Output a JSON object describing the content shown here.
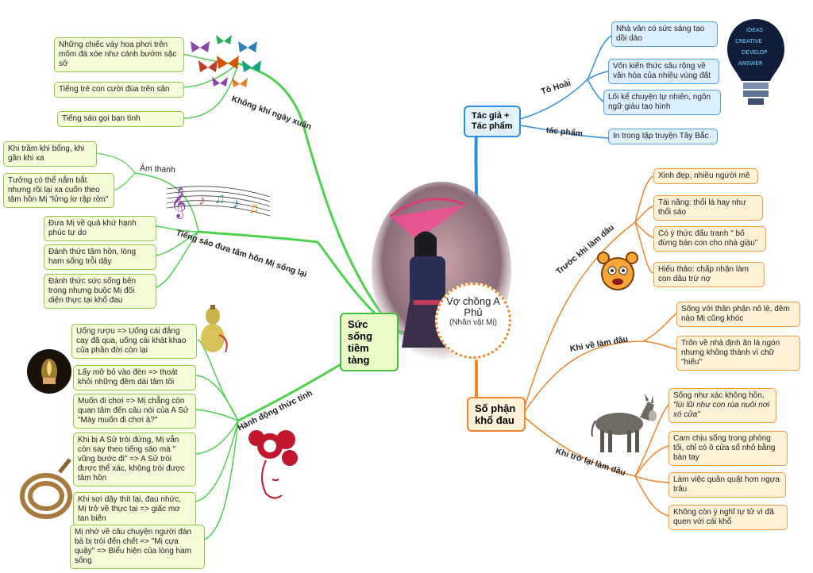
{
  "center": {
    "title": "Vợ chồng A Phủ",
    "subtitle": "(Nhân vật Mị)"
  },
  "main": {
    "left": "Sức sống tiềm tàng",
    "top_right": "Tác giả + Tác phẩm",
    "bottom_right": "Số phận khổ đau"
  },
  "branches": {
    "khong_khi": "Không khí ngày xuân",
    "am_thanh": "Âm thanh",
    "tieng_sao": "Tiếng sáo đưa tâm hồn Mị sống lại",
    "hanh_dong": "Hành động thức tỉnh",
    "to_hoai": "Tô Hoài",
    "tac_pham": "tác phẩm",
    "truoc": "Trước khi làm dâu",
    "khi_ve": "Khi về làm dâu",
    "khi_tro": "Khi trở lại làm dâu"
  },
  "left_nodes": {
    "kk1": "Những chiếc váy hoa phơi trên mỏm đá xòe như cánh bướm sặc sỡ",
    "kk2": "Tiếng trẻ con cười đùa trên sân",
    "kk3": "Tiếng sáo gọi bạn tình",
    "at1": "Khi trầm khi bổng, khi gần khi xa",
    "at2": "Tưởng có thể nắm bắt nhưng rồi lại xa cuốn theo tâm hồn Mị \"lửng lơ rập rờn\"",
    "ts1": "Đưa Mị về quá khứ hạnh phúc tự do",
    "ts2": "Đánh thức tâm hồn, lòng ham sống trỗi dậy",
    "ts3": "Đánh thức sức sống bên trong nhưng buộc Mị đối diện thực tại khổ đau",
    "hd1": "Uống rượu => Uống cái đắng cay đã qua, uống cái khát khao của phần đời còn lại",
    "hd2": "Lấy mỡ bỏ vào đèn => thoát khỏi những đêm dài tăm tối",
    "hd3": "Muốn đi chơi => Mị chẳng còn quan tâm đến câu nói của A Sử \"Mày muốn đi chơi à?\"",
    "hd4": "Khi bị A Sử trói đứng, Mị vẫn còn say theo tiếng sáo mà \" vũng bước đi\" => A Sử trói được thể xác, không trói được tâm hồn",
    "hd5": "Khi sợi dây thít lại, đau nhức, Mị trở về thực tại => giấc mơ tan biến",
    "hd6": "Mị nhớ về câu chuyện người đàn bà bị trói đến chết => \"Mị cựa quậy\" => Biểu hiện của lòng ham sống"
  },
  "right_nodes": {
    "th1": "Nhà văn có sức sáng tạo dồi dào",
    "th2": "Vốn kiến thức sâu rộng về văn hóa của nhiều vùng đất",
    "th3": "Lối kể chuyện tự nhiên, ngôn ngữ giàu tạo hình",
    "tp1": "In trong tập truyện Tây Bắc",
    "tr1": "Xinh đẹp, nhiều người mê",
    "tr2": "Tài năng: thổi lá hay như thổi sáo",
    "tr3": "Có ý thức đấu tranh \" bố đừng bán con cho nhà giàu\"",
    "tr4": "Hiếu thảo: chấp nhận làm con dâu trừ nợ",
    "kv1": "Sống với thân phận nô lệ, đêm nào Mị cũng khóc",
    "kv2": "Trốn về nhà định ăn lá ngón nhưng không thành vì chữ \"hiếu\"",
    "kt1a": "Sống như xác không hồn,",
    "kt1b": "\"lùi lũi như con rùa nuôi nơi xó cửa\"",
    "kt2": "Cam chịu sống trong phòng tối, chỉ có ô cửa sổ nhỏ bằng bàn tay",
    "kt3": "Làm việc quần quật hơn ngựa trâu",
    "kt4": "Không còn ý nghĩ tự tử vì đã quen với cái khổ"
  },
  "colors": {
    "green": "#3fc13f",
    "blue": "#2f8fde",
    "orange": "#f0852c"
  },
  "icons": [
    "butterflies-icon",
    "music-notes-icon",
    "gourd-icon",
    "candle-icon",
    "flower-face-icon",
    "rope-icon",
    "lightbulb-icon",
    "alarm-clock-icon",
    "donkey-icon"
  ]
}
